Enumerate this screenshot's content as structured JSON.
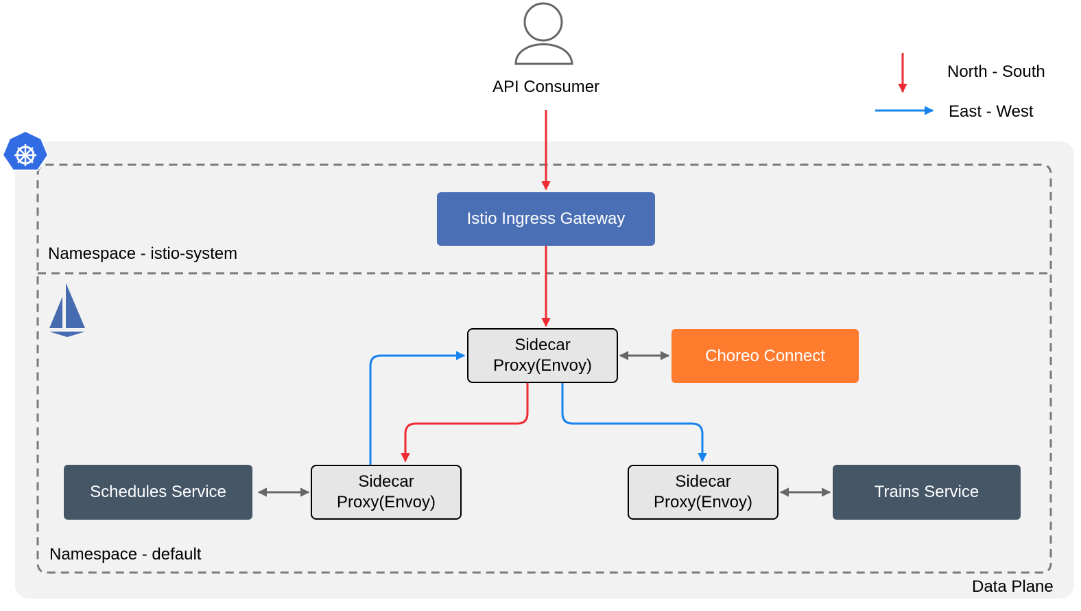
{
  "consumer": {
    "label": "API Consumer",
    "icon": "user-icon"
  },
  "legend": {
    "north_south": {
      "label": "North - South",
      "color": "#ee2b33"
    },
    "east_west": {
      "label": "East - West",
      "color": "#1683ee"
    }
  },
  "data_plane": {
    "label": "Data Plane",
    "icon": "kubernetes-icon"
  },
  "namespaces": {
    "istio_system": {
      "label": "Namespace - istio-system"
    },
    "default": {
      "label": "Namespace - default",
      "icon": "istio-sail-icon"
    }
  },
  "nodes": {
    "gateway": {
      "label": "Istio Ingress Gateway",
      "color": "#4a6fb5"
    },
    "sidecar_top": {
      "line1": "Sidecar",
      "line2": "Proxy(Envoy)"
    },
    "sidecar_left": {
      "line1": "Sidecar",
      "line2": "Proxy(Envoy)"
    },
    "sidecar_right": {
      "line1": "Sidecar",
      "line2": "Proxy(Envoy)"
    },
    "choreo": {
      "label": "Choreo Connect",
      "color": "#ff7b2e"
    },
    "schedules": {
      "label": "Schedules Service",
      "color": "#455667"
    },
    "trains": {
      "label": "Trains Service",
      "color": "#455667"
    }
  }
}
